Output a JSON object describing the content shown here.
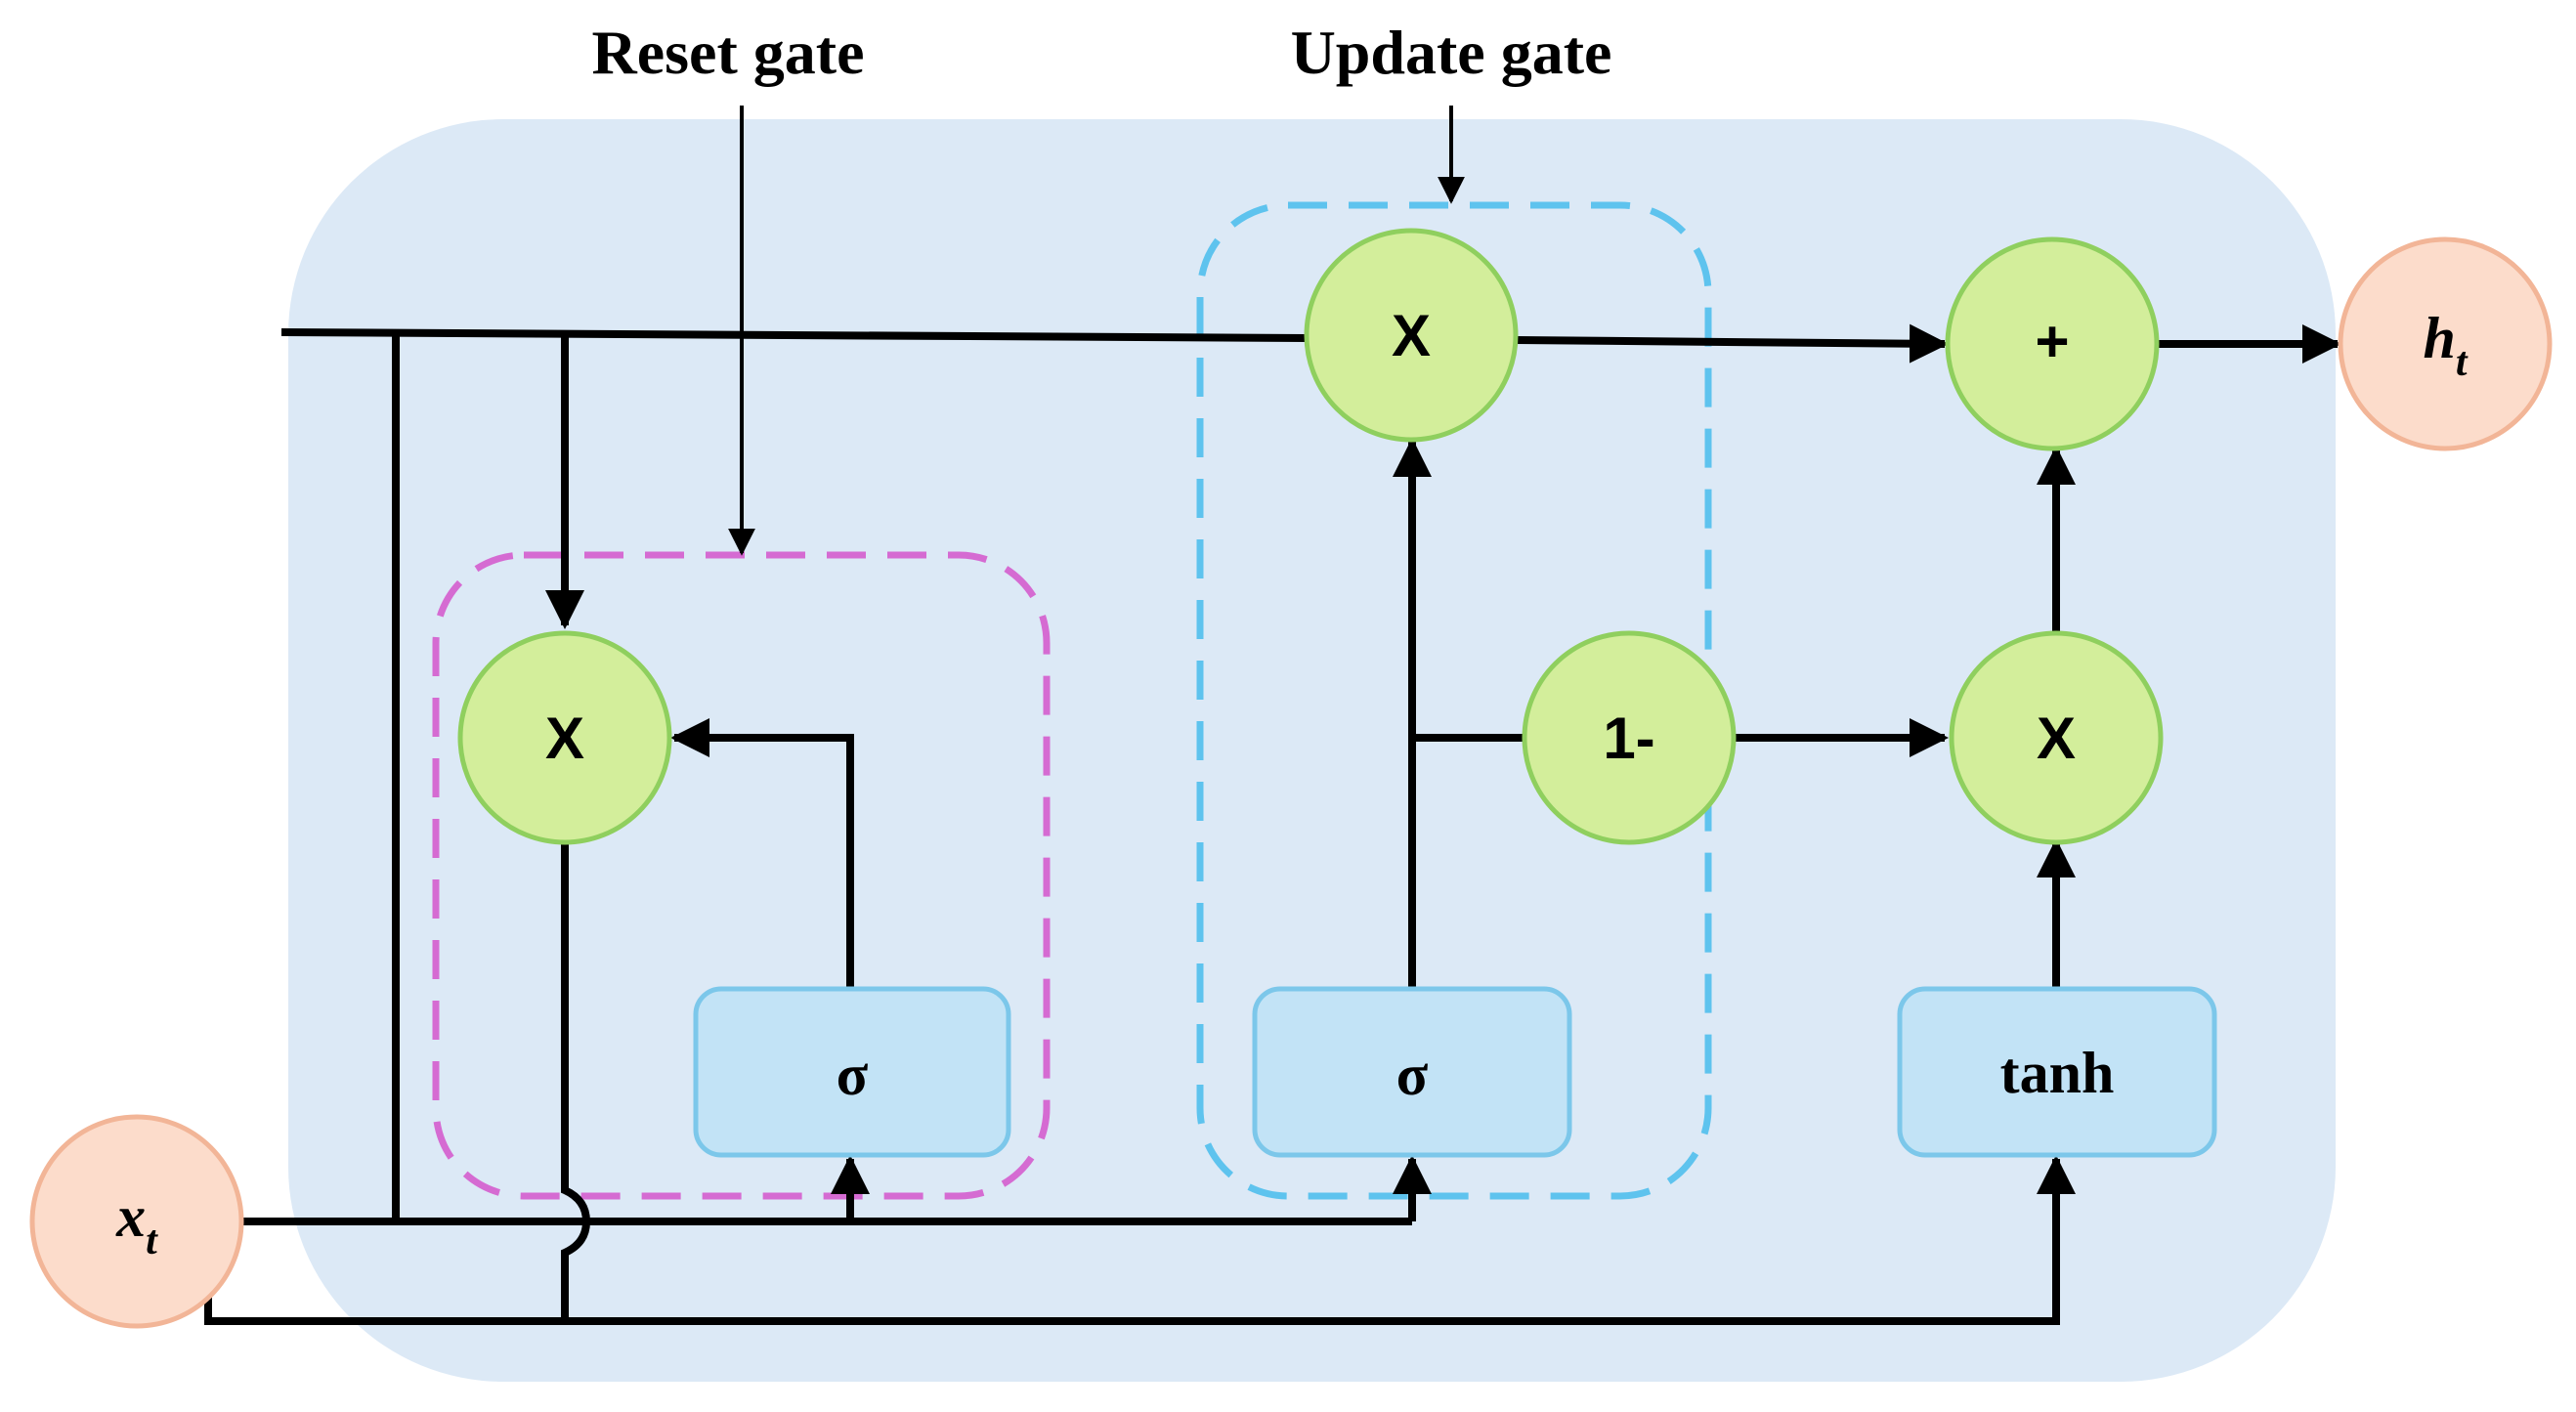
{
  "labels": {
    "reset_gate": "Reset gate",
    "update_gate": "Update gate"
  },
  "nodes": {
    "reset_multiply": "X",
    "update_multiply": "X",
    "one_minus": "1-",
    "candidate_multiply": "X",
    "add": "+",
    "reset_sigma": "σ",
    "update_sigma": "σ",
    "tanh": "tanh"
  },
  "io": {
    "input_main": "x",
    "input_sub": "t",
    "output_main": "h",
    "output_sub": "t"
  },
  "colors": {
    "cell_background": "#dce9f6",
    "operation_fill": "#d3ee9b",
    "operation_stroke": "#8fcf5e",
    "activation_fill": "#c2e3f6",
    "activation_stroke": "#7cc7ea",
    "io_fill": "#fcdccb",
    "io_stroke": "#f2b597",
    "reset_gate_outline": "#d56bd2",
    "update_gate_outline": "#5ec3ee",
    "wire": "#000000"
  }
}
